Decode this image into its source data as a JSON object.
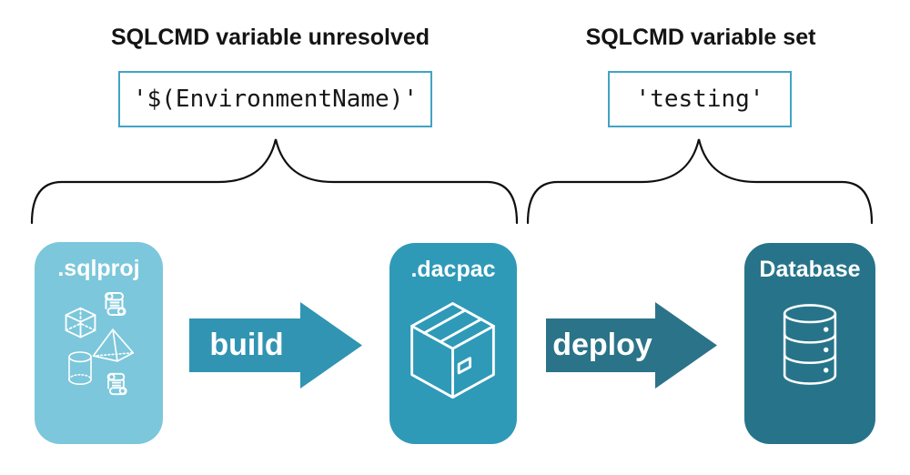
{
  "annotations": {
    "unresolved": {
      "heading": "SQLCMD variable unresolved",
      "code": "'$(EnvironmentName)'"
    },
    "set": {
      "heading": "SQLCMD variable set",
      "code": "'testing'"
    }
  },
  "pipeline": {
    "sqlproj": {
      "label": ".sqlproj",
      "color": "#7CC7DB",
      "icons": [
        "script-scroll",
        "cube",
        "pyramid",
        "cylinder",
        "script-scroll"
      ]
    },
    "dacpac": {
      "label": ".dacpac",
      "color": "#2E9AB8",
      "icons": [
        "package"
      ]
    },
    "database": {
      "label": "Database",
      "color": "#27748A",
      "icons": [
        "database-cylinder"
      ]
    },
    "build": {
      "label": "build",
      "color": "#3194B2"
    },
    "deploy": {
      "label": "deploy",
      "color": "#2B7389"
    }
  },
  "colors": {
    "background": "#FFFFFF",
    "heading_text": "#141414",
    "code_text": "#161616",
    "code_box_border": "#41A3C4",
    "brace": "#101010",
    "icon_stroke": "#FFFFFF",
    "label_text": "#FFFFFF"
  }
}
